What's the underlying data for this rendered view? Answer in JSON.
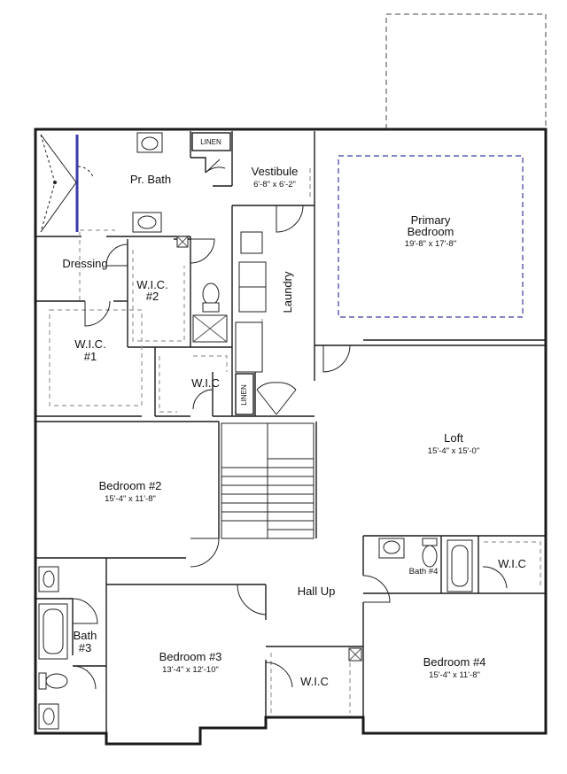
{
  "floor_plan": {
    "rooms": {
      "pr_bath": "Pr. Bath",
      "linen_top": "LINEN",
      "vestibule": "Vestibule",
      "vestibule_dim": "6'-8\" x 6'-2\"",
      "primary_bedroom_line1": "Primary",
      "primary_bedroom_line2": "Bedroom",
      "primary_bedroom_dim": "19'-8\" x 17'-8\"",
      "dressing": "Dressing",
      "wic2_line1": "W.I.C.",
      "wic2_line2": "#2",
      "laundry": "Laundry",
      "wic1_line1": "W.I.C.",
      "wic1_line2": "#1",
      "wic_mid": "W.I.C",
      "linen_mid": "LINEN",
      "loft": "Loft",
      "loft_dim": "15'-4\" x 15'-0\"",
      "bedroom2": "Bedroom #2",
      "bedroom2_dim": "15'-4\" x 11'-8\"",
      "bath4": "Bath #4",
      "wic_right": "W.I.C",
      "hall_up": "Hall Up",
      "bath3_line1": "Bath",
      "bath3_line2": "#3",
      "bedroom3": "Bedroom #3",
      "bedroom3_dim": "13'-4\" x 12'-10\"",
      "wic_bottom": "W.I.C",
      "bedroom4": "Bedroom #4",
      "bedroom4_dim": "15'-4\" x 11'-8\""
    }
  }
}
